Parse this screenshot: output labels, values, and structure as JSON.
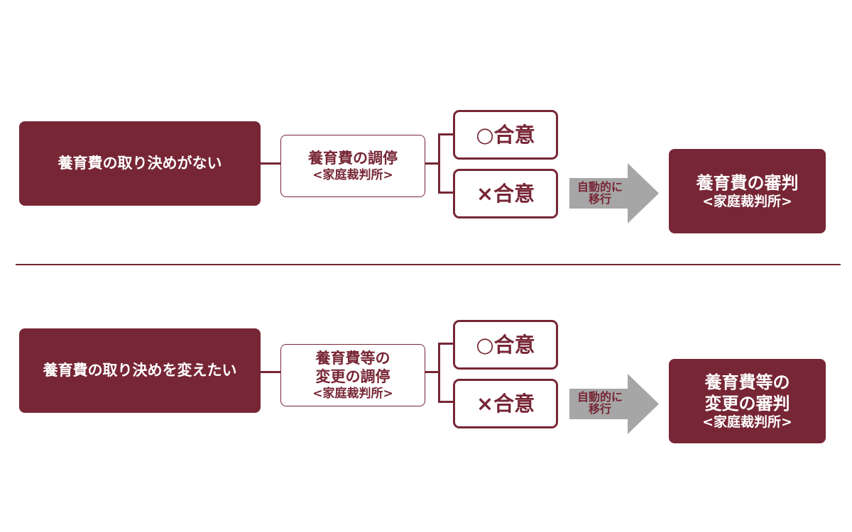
{
  "colors": {
    "accent": "#772635",
    "arrow": "#a6a6a6",
    "background": "#ffffff"
  },
  "flows": [
    {
      "start": "養育費の取り決めがない",
      "mediation": {
        "line1": "養育費の調停",
        "line2": "",
        "court": "<家庭裁判所>"
      },
      "agree_yes": "○合意",
      "agree_no": "×合意",
      "arrow_label": {
        "line1": "自動的に",
        "line2": "移行"
      },
      "result": {
        "line1": "養育費の審判",
        "line2": "",
        "court": "<家庭裁判所>"
      }
    },
    {
      "start": "養育費の取り決めを変えたい",
      "mediation": {
        "line1": "養育費等の",
        "line2": "変更の調停",
        "court": "<家庭裁判所>"
      },
      "agree_yes": "○合意",
      "agree_no": "×合意",
      "arrow_label": {
        "line1": "自動的に",
        "line2": "移行"
      },
      "result": {
        "line1": "養育費等の",
        "line2": "変更の審判",
        "court": "<家庭裁判所>"
      }
    }
  ]
}
